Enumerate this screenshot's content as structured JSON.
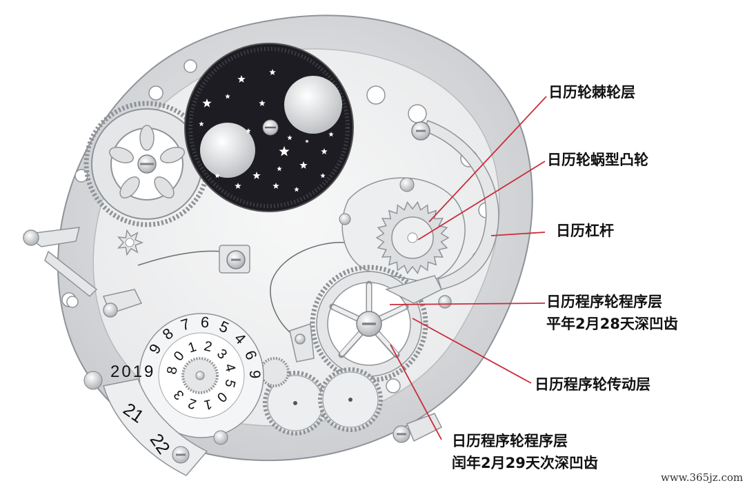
{
  "labels": {
    "calendar_ratchet_layer": "日历轮棘轮层",
    "calendar_worm_cam": "日历轮蜗型凸轮",
    "calendar_lever": "日历杠杆",
    "program_layer_common_l1": "日历程序轮程序层",
    "program_layer_common_l2": "平年2月28天深凹齿",
    "drive_layer": "日历程序轮传动层",
    "program_layer_leap_l1": "日历程序轮程序层",
    "program_layer_leap_l2": "闰年2月29天次深凹齿"
  },
  "year_ring": "2019",
  "year_digits": [
    "9",
    "8",
    "7",
    "6",
    "5",
    "4",
    "6",
    "9",
    "8",
    "0",
    "1",
    "2",
    "3",
    "4",
    "5",
    "0",
    "1",
    "2",
    "3"
  ],
  "date_tags": [
    "21",
    "22"
  ],
  "watermark": "www.365jz.com",
  "colors": {
    "leader_line": "#cc2a3a",
    "moon_disc": "#1c1c22",
    "plate": "#d6d8da",
    "plate_edge": "#8f9397"
  }
}
